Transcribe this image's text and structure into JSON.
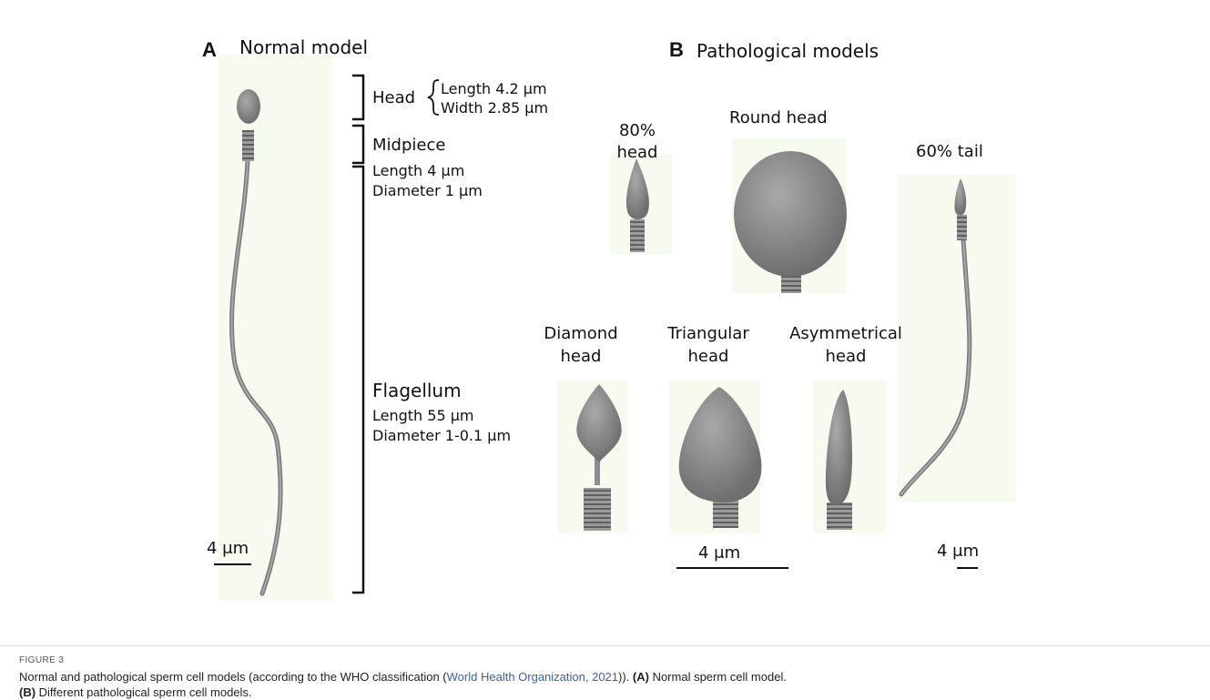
{
  "panel_a": {
    "letter": "A",
    "title": "Normal model",
    "head_label": "Head",
    "head_length": "Length 4.2 μm",
    "head_width": "Width 2.85 μm",
    "midpiece_label": "Midpiece",
    "midpiece_length": "Length 4 μm",
    "midpiece_diameter": "Diameter 1 μm",
    "flagellum_label": "Flagellum",
    "flagellum_length": "Length 55 μm",
    "flagellum_diameter": "Diameter 1-0.1 μm",
    "scale_label": "4 μm"
  },
  "panel_b": {
    "letter": "B",
    "title": "Pathological models",
    "head80_line1": "80%",
    "head80_line2": "head",
    "round_head": "Round head",
    "tail60": "60% tail",
    "diamond_line1": "Diamond",
    "diamond_line2": "head",
    "triangular_line1": "Triangular",
    "triangular_line2": "head",
    "asym_line1": "Asymmetrical",
    "asym_line2": "head",
    "scale_heads": "4 μm",
    "scale_tail": "4 μm"
  },
  "caption": {
    "tag": "FIGURE 3",
    "text_1": "Normal and pathological sperm cell models (according to the WHO classification (",
    "link": "World Health Organization, 2021",
    "text_2": ")). ",
    "a_ref": "(A)",
    "a_text": " Normal sperm cell model.",
    "b_ref": "(B)",
    "b_text": " Different pathological sperm cell models."
  },
  "colors": {
    "model_fill": "#8c8c8c",
    "model_dark": "#5a5a5a",
    "panel_bg": "#f7faee",
    "link": "#3b5fb0"
  }
}
